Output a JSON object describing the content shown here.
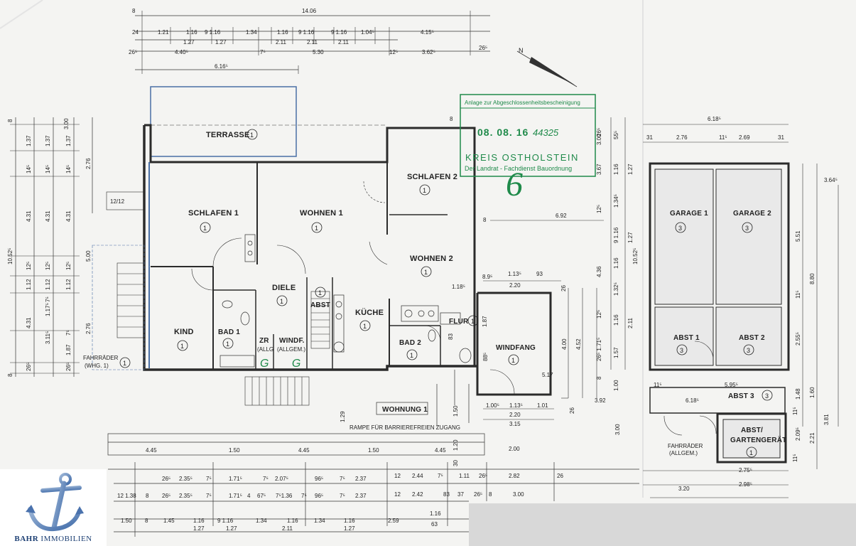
{
  "plan": {
    "rooms": {
      "terrasse": {
        "name": "TERRASSE",
        "no": "1"
      },
      "schlafen1": {
        "name": "SCHLAFEN 1",
        "no": "1"
      },
      "wohnen1": {
        "name": "WOHNEN 1",
        "no": "1"
      },
      "schlafen2": {
        "name": "SCHLAFEN 2",
        "no": "1"
      },
      "wohnen2": {
        "name": "WOHNEN 2",
        "no": "1"
      },
      "diele": {
        "name": "DIELE",
        "no": "1"
      },
      "abst": {
        "name": "ABST",
        "no": "1"
      },
      "kueche": {
        "name": "KÜCHE",
        "no": "1"
      },
      "kind": {
        "name": "KIND",
        "no": "1"
      },
      "bad1": {
        "name": "BAD 1",
        "no": "1"
      },
      "zr": {
        "name": "ZR",
        "sub": "(ALLG"
      },
      "windf": {
        "name": "WINDF.",
        "sub": "(ALLGEM.)"
      },
      "bad2": {
        "name": "BAD 2",
        "no": "1"
      },
      "flur": {
        "name": "FLUR",
        "no": "1"
      },
      "windfang": {
        "name": "WINDFANG",
        "no": "1"
      },
      "fahrrader": {
        "name": "FAHRRÄDER",
        "sub": "(WHG. 1)",
        "no": "1"
      },
      "garage1": {
        "name": "GARAGE 1",
        "no": "3"
      },
      "garage2": {
        "name": "GARAGE 2",
        "no": "3"
      },
      "abst1": {
        "name": "ABST 1",
        "no": "3"
      },
      "abst2": {
        "name": "ABST 2",
        "no": "3"
      },
      "abst3": {
        "name": "ABST 3",
        "no": "3"
      },
      "gartengeraet": {
        "name": "ABST/",
        "sub": "GARTENGERÄT",
        "no": "1"
      },
      "fahrrader_allg": {
        "name": "FAHRRÄDER",
        "sub": "(ALLGEM.)"
      }
    },
    "wohnung_label": "WOHNUNG 1",
    "rampe": "RAMPE FÜR BARRIEREFREIEN ZUGANG",
    "stair_label": "12/12",
    "north": "N",
    "dims_top": {
      "total": "14.06",
      "left_index": "8",
      "r1": [
        "24",
        "1.21",
        "1.16",
        "9 1.16",
        "1.34",
        "1.16",
        "9 1.16",
        "9 1.16",
        "1.04⁵",
        "4.15⁵"
      ],
      "r2": [
        "1.27",
        "1.27",
        "2.11",
        "2.11",
        "2.11"
      ],
      "r3": [
        "26⁵",
        "4.40⁵",
        "7⁵",
        "5.30",
        "12⁵",
        "3.62⁵",
        "26⁵"
      ],
      "r4": "6.16⁵"
    },
    "dims_left": [
      "3.00",
      "1.37",
      "1.37",
      "1.37",
      "14⁵",
      "14⁵",
      "14⁵",
      "2.76",
      "4.31",
      "4.31",
      "4.31",
      "10.52⁵",
      "5.00",
      "12⁵",
      "12⁵",
      "12⁵",
      "1.12",
      "1.12",
      "1.12",
      "7⁵",
      "7⁵",
      "1.17⁵",
      "4.31",
      "3.11⁵",
      "1.87",
      "2.76",
      "26⁵",
      "26⁵",
      "8",
      "8"
    ],
    "dims_right_wohn": [
      "8",
      "6.92",
      "8",
      "8.9⁵",
      "1.13⁵",
      "93",
      "1.18⁵",
      "2.20",
      "26",
      "83",
      "1.87",
      "4.00",
      "4.52",
      "88⁵",
      "5.17",
      "1.00⁵",
      "1.13⁵",
      "1.01",
      "2.20",
      "3.15",
      "3.92",
      "26",
      "1.29",
      "1.50",
      "1.20",
      "30",
      "2.00"
    ],
    "dims_garage": [
      "6.18⁵",
      "31",
      "2.76",
      "11⁵",
      "2.69",
      "31",
      "3.64⁵",
      "3.00",
      "55⁵",
      "26⁵",
      "3.67",
      "1.16",
      "1.27",
      "1.34⁵",
      "12⁵",
      "9 1.16",
      "1.27",
      "10.52⁵",
      "5.51",
      "8.80",
      "4.36",
      "1.16",
      "1.32⁵",
      "12⁵",
      "11⁵",
      "2.11",
      "1.16",
      "1.57",
      "26⁵ 1.71⁵",
      "2.55⁵",
      "8",
      "1.00",
      "5.95⁵",
      "6.18⁵",
      "1.48",
      "1.60",
      "11⁵",
      "11⁵",
      "3.00",
      "2.09⁵",
      "2.21",
      "3.81",
      "11⁵",
      "2.75⁵",
      "3.20",
      "2.98⁵"
    ],
    "dims_bottom": {
      "ramp": [
        "4.45",
        "1.50",
        "4.45",
        "1.50",
        "4.45"
      ],
      "b1": [
        "26⁵",
        "2.35⁵",
        "7⁵",
        "1.71⁵",
        "7⁵",
        "2.07⁵",
        "96⁵",
        "7⁵",
        "2.37",
        "12",
        "2.44",
        "7⁵",
        "1.11",
        "26⁵",
        "2.82",
        "26"
      ],
      "b2": [
        "12 1.38",
        "8",
        "26⁵",
        "2.35⁵",
        "7⁵",
        "1.71⁵",
        "4",
        "67⁵",
        "7⁵1.36",
        "7⁵",
        "96⁵",
        "7⁵",
        "2.37",
        "12",
        "2.42",
        "83",
        "37",
        "26⁵",
        "8",
        "3.00"
      ],
      "b3": [
        "1.50",
        "8",
        "1.45",
        "1.16",
        "9 1.16",
        "1.34",
        "1.16",
        "1.34",
        "1.16",
        "2.59",
        "1.16"
      ],
      "b4": [
        "1.27",
        "1.27",
        "2.11",
        "1.27",
        "63"
      ]
    },
    "stamp": {
      "title": "Anlage zur Abgeschlossenheitsbescheinigung",
      "date": "08. 08. 16",
      "number": "44325",
      "authority": "KREIS OSTHOLSTEIN",
      "dept": "Der Landrat - Fachdienst Bauordnung",
      "handwritten": "6"
    },
    "handwritten_marks": "G G"
  },
  "logo": {
    "name_bold": "BAHR",
    "name": " IMMOBILIEN"
  },
  "colors": {
    "paper": "#f4f4f2",
    "line": "#2b2b2b",
    "wall_blue": "#4a6fa5",
    "stamp_green": "#1f8a4a",
    "logo_blue": "#1c3f73",
    "room_fill": "#e9e9e9"
  }
}
